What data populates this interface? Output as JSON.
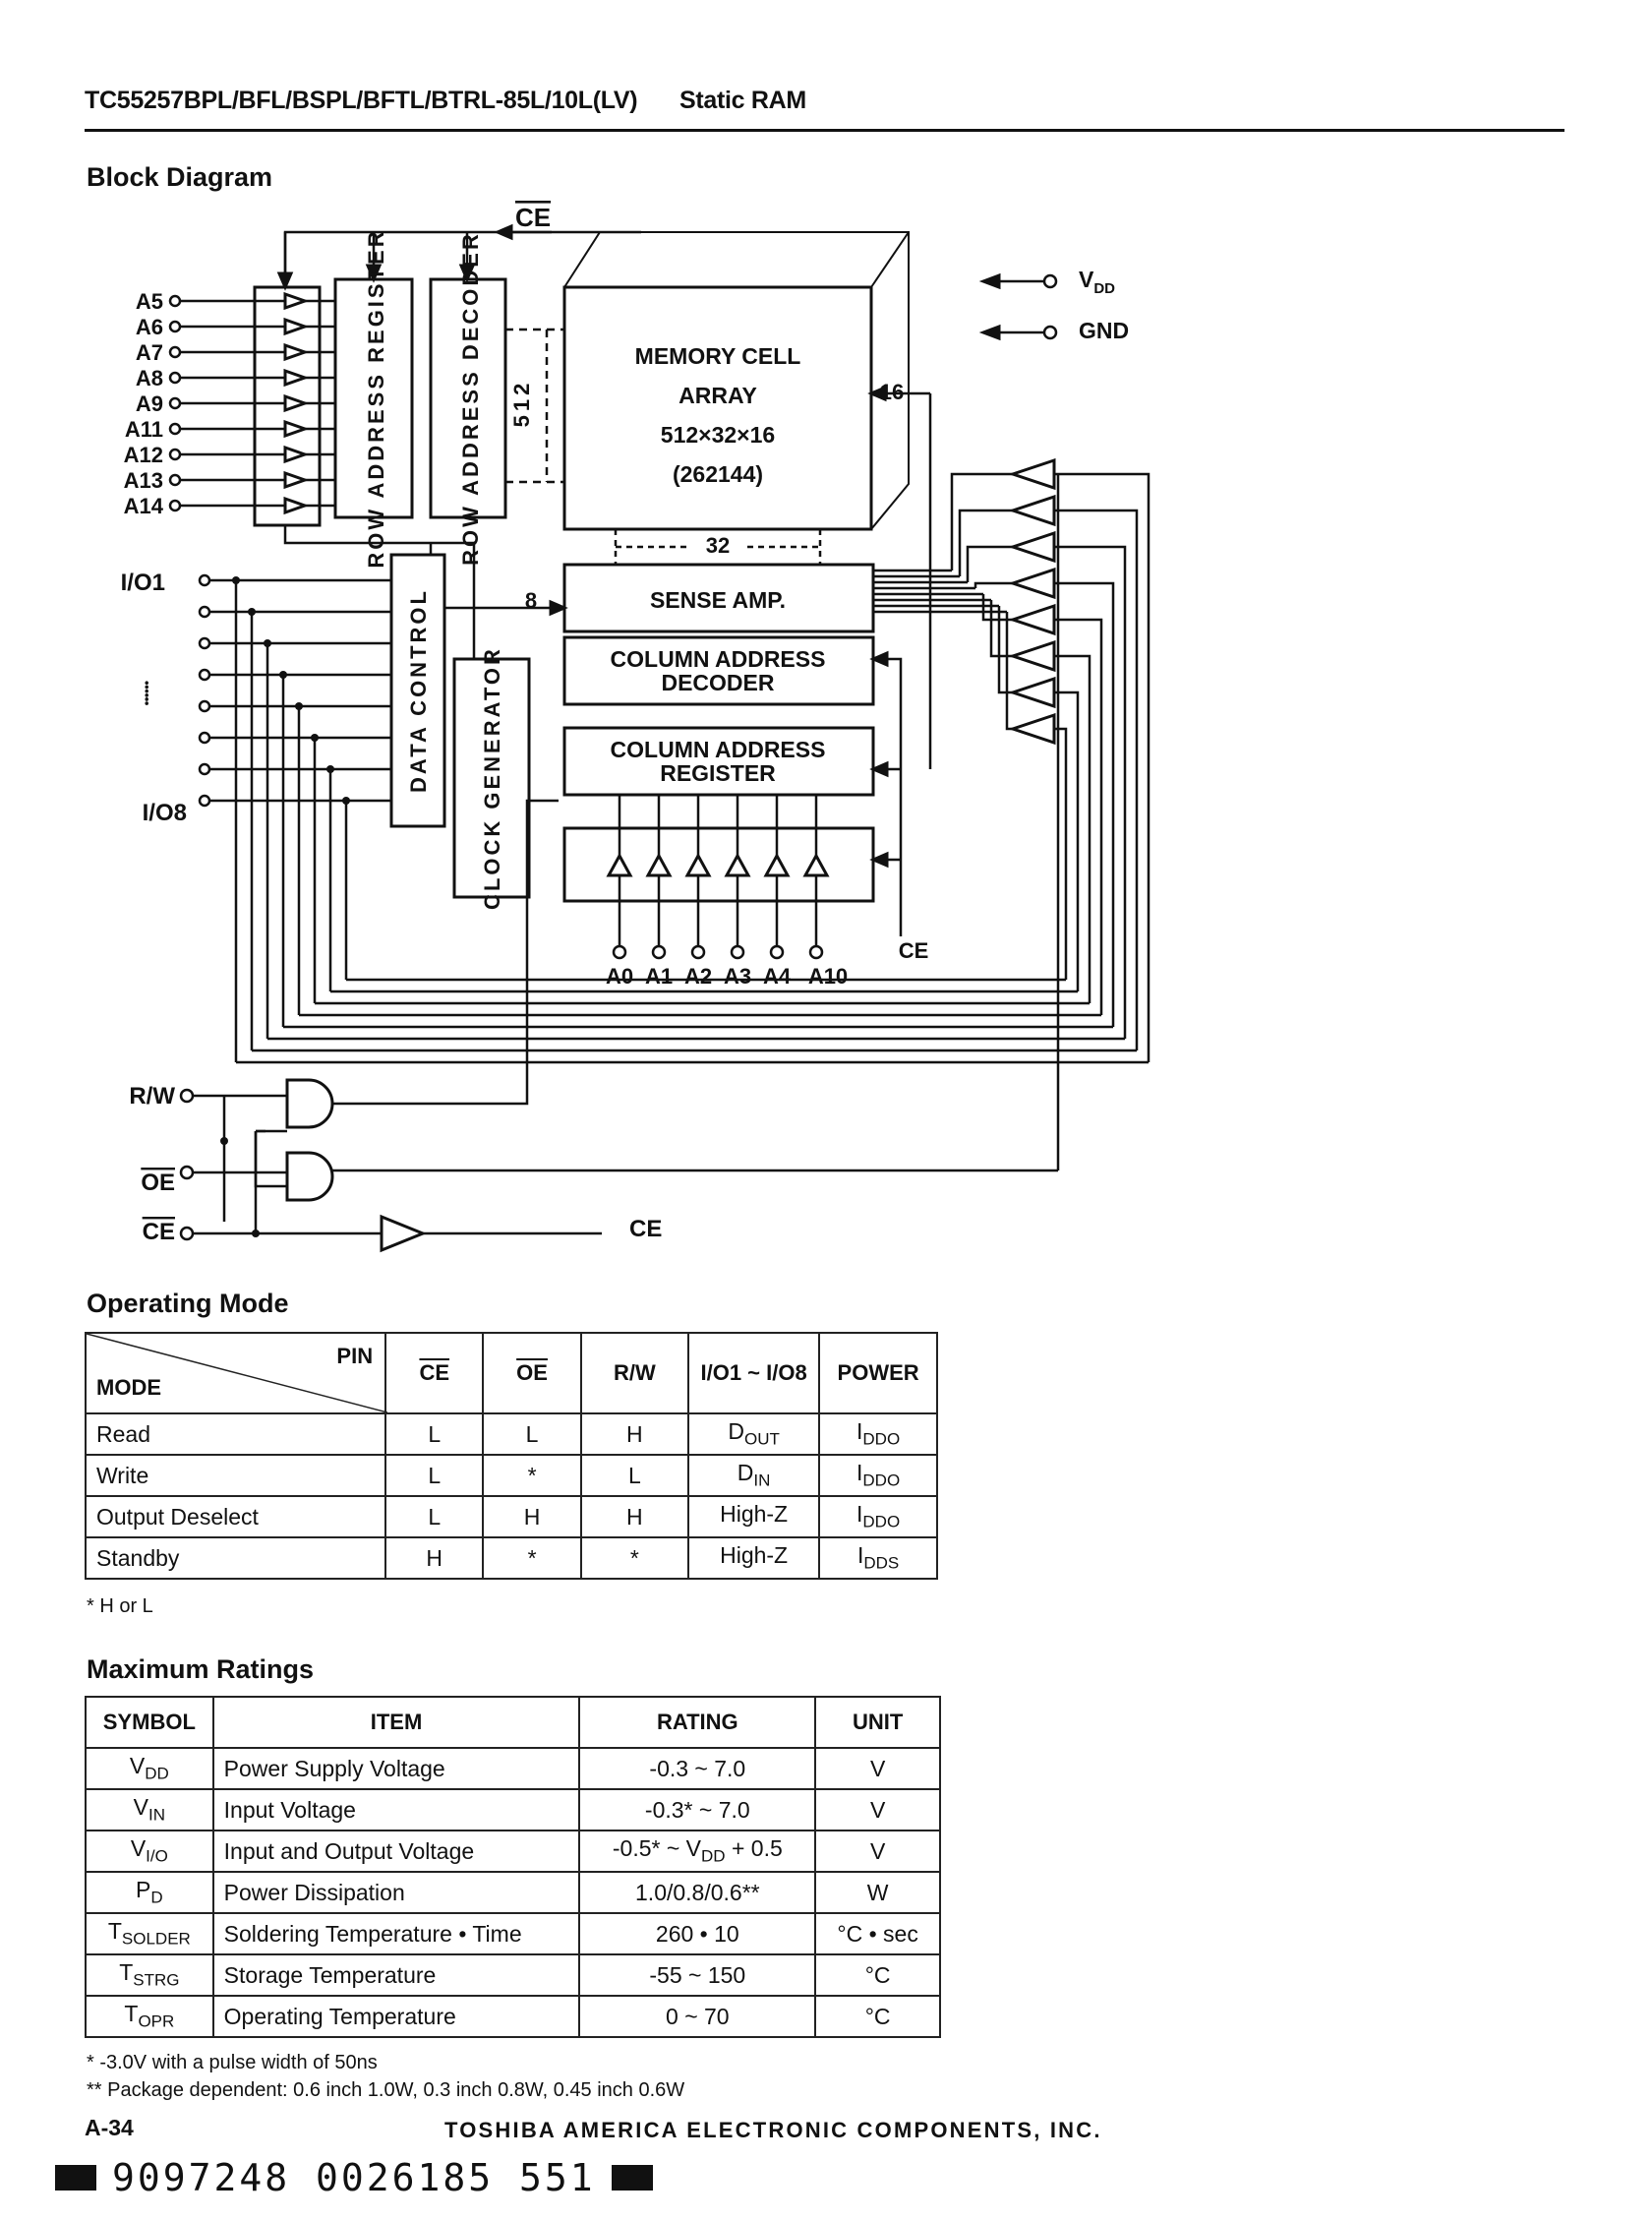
{
  "header": {
    "part_number": "TC55257BPL/BFL/BSPL/BFTL/BTRL-85L/10L(LV)",
    "product": "Static RAM"
  },
  "block_diagram": {
    "title": "Block Diagram",
    "row_address_pins": [
      "A5",
      "A6",
      "A7",
      "A8",
      "A9",
      "A11",
      "A12",
      "A13",
      "A14"
    ],
    "column_address_pins": [
      "A0",
      "A1",
      "A2",
      "A3",
      "A4",
      "A10"
    ],
    "io_top": "I/O1",
    "io_bottom": "I/O8",
    "io_gap": "⸽",
    "power_pins": [
      "V",
      "GND"
    ],
    "vdd_sub": "DD",
    "row_register": "ROW ADDRESS REGISTER",
    "row_decoder": "ROW ADDRESS DECODER",
    "memory_cell": [
      "MEMORY CELL",
      "ARRAY",
      "512×32×16",
      "(262144)"
    ],
    "bus_512": "512",
    "bus_16": "16",
    "bus_32": "32",
    "bus_8": "8",
    "sense_amp": "SENSE AMP.",
    "column_decoder": [
      "COLUMN ADDRESS",
      "DECODER"
    ],
    "column_register": [
      "COLUMN ADDRESS",
      "REGISTER"
    ],
    "data_control": "DATA CONTROL",
    "clock_generator": "CLOCK GENERATOR",
    "ce_label": "CE",
    "ce_top": "CE",
    "control_pins": [
      "R/W",
      "OE",
      "CE"
    ]
  },
  "operating_mode": {
    "title": "Operating Mode",
    "corner_pin": "PIN",
    "corner_mode": "MODE",
    "headers": [
      "CE",
      "OE",
      "R/W",
      "I/O1 ~ I/O8",
      "POWER"
    ],
    "rows": [
      {
        "mode": "Read",
        "ce": "L",
        "oe": "L",
        "rw": "H",
        "io": "D",
        "io_sub": "OUT",
        "power": "I",
        "power_sub": "DDO"
      },
      {
        "mode": "Write",
        "ce": "L",
        "oe": "*",
        "rw": "L",
        "io": "D",
        "io_sub": "IN",
        "power": "I",
        "power_sub": "DDO"
      },
      {
        "mode": "Output Deselect",
        "ce": "L",
        "oe": "H",
        "rw": "H",
        "io": "High-Z",
        "io_sub": "",
        "power": "I",
        "power_sub": "DDO"
      },
      {
        "mode": "Standby",
        "ce": "H",
        "oe": "*",
        "rw": "*",
        "io": "High-Z",
        "io_sub": "",
        "power": "I",
        "power_sub": "DDS"
      }
    ],
    "note": "* H or L"
  },
  "maximum_ratings": {
    "title": "Maximum Ratings",
    "headers": [
      "SYMBOL",
      "ITEM",
      "RATING",
      "UNIT"
    ],
    "rows": [
      {
        "sym": "V",
        "sym_sub": "DD",
        "item": "Power Supply Voltage",
        "rating": "-0.3 ~ 7.0",
        "unit": "V"
      },
      {
        "sym": "V",
        "sym_sub": "IN",
        "item": "Input Voltage",
        "rating": "-0.3* ~ 7.0",
        "unit": "V"
      },
      {
        "sym": "V",
        "sym_sub": "I/O",
        "item": "Input and Output Voltage",
        "rating": "-0.5* ~ V",
        "rating_sub": "DD",
        "rating_tail": " + 0.5",
        "unit": "V"
      },
      {
        "sym": "P",
        "sym_sub": "D",
        "item": "Power Dissipation",
        "rating": "1.0/0.8/0.6**",
        "unit": "W"
      },
      {
        "sym": "T",
        "sym_sub": "SOLDER",
        "item": "Soldering Temperature • Time",
        "rating": "260 • 10",
        "unit": "°C • sec"
      },
      {
        "sym": "T",
        "sym_sub": "STRG",
        "item": "Storage Temperature",
        "rating": "-55 ~ 150",
        "unit": "°C"
      },
      {
        "sym": "T",
        "sym_sub": "OPR",
        "item": "Operating Temperature",
        "rating": "0 ~ 70",
        "unit": "°C"
      }
    ],
    "note1": "*   -3.0V with a pulse width of 50ns",
    "note2": "**  Package dependent: 0.6 inch 1.0W, 0.3 inch 0.8W, 0.45 inch 0.6W"
  },
  "footer": {
    "page": "A-34",
    "company": "TOSHIBA AMERICA ELECTRONIC COMPONENTS, INC.",
    "code": "9097248 0026185 551"
  }
}
